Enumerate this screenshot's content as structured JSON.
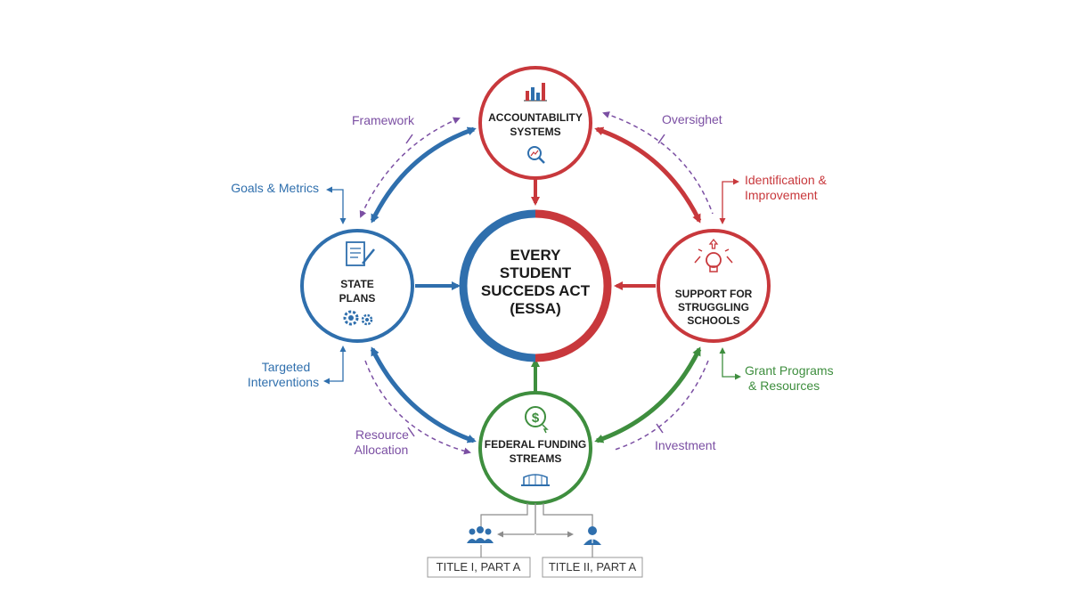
{
  "center": {
    "line1": "EVERY",
    "line2": "STUDENT",
    "line3": "SUCCEDS ACT",
    "line4": "(ESSA)"
  },
  "nodes": {
    "accountability": {
      "line1": "ACCOUNTABILITY",
      "line2": "SYSTEMS",
      "icon_top": "bar-chart-icon",
      "icon_bottom": "magnifier-chart-icon"
    },
    "state_plans": {
      "line1": "STATE",
      "line2": "PLANS",
      "icon_top": "document-pen-icon",
      "icon_bottom": "gears-icon"
    },
    "support": {
      "line1": "SUPPORT FOR",
      "line2": "STRUGGLING",
      "line3": "SCHOOLS",
      "icon_top": "lightbulb-icon"
    },
    "funding": {
      "line1": "FEDERAL FUNDING",
      "line2": "STREAMS",
      "icon_top": "dollar-coin-icon",
      "icon_bottom": "bridge-icon"
    }
  },
  "labels": {
    "framework": "Framework",
    "oversight": "Oversighet",
    "goals_line1": "Goals & Metrics",
    "identification_line1": "Identification &",
    "identification_line2": "Improvement",
    "targeted_line1": "Targeted",
    "targeted_line2": "Interventions",
    "grant_line1": "Grant Programs",
    "grant_line2": "& Resources",
    "resource_line1": "Resource",
    "resource_line2": "Allocation",
    "investment": "Investment"
  },
  "titles": {
    "title1": "TITLE I, PART A",
    "title2": "TITLE II, PART A"
  },
  "colors": {
    "blue": "#2f6fad",
    "red": "#c8383c",
    "green": "#3e8e3e",
    "purple": "#7b4fa3",
    "gray": "#8c8c8c"
  }
}
